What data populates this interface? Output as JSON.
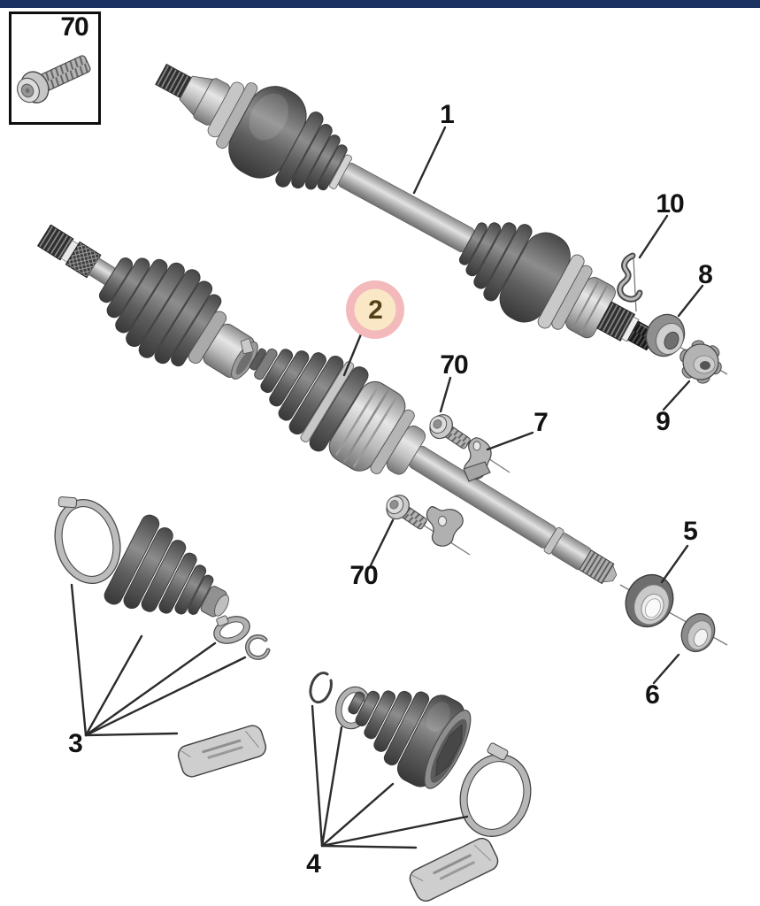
{
  "colors": {
    "top_bar": "#1b3161",
    "highlight_ring": "#f3b9bb",
    "highlight_fill": "#f9e7c6",
    "highlight_text": "#544117",
    "callout_text": "#121212"
  },
  "selected_callout": "2",
  "callouts": [
    {
      "id": "inset-70",
      "text": "70",
      "highlighted": false
    },
    {
      "id": "1",
      "text": "1",
      "highlighted": false
    },
    {
      "id": "10",
      "text": "10",
      "highlighted": false
    },
    {
      "id": "8",
      "text": "8",
      "highlighted": false
    },
    {
      "id": "9",
      "text": "9",
      "highlighted": false
    },
    {
      "id": "2",
      "text": "2",
      "highlighted": true
    },
    {
      "id": "70-upper",
      "text": "70",
      "highlighted": false
    },
    {
      "id": "7",
      "text": "7",
      "highlighted": false
    },
    {
      "id": "70-lower",
      "text": "70",
      "highlighted": false
    },
    {
      "id": "5",
      "text": "5",
      "highlighted": false
    },
    {
      "id": "6",
      "text": "6",
      "highlighted": false
    },
    {
      "id": "3",
      "text": "3",
      "highlighted": false
    },
    {
      "id": "4",
      "text": "4",
      "highlighted": false
    }
  ]
}
